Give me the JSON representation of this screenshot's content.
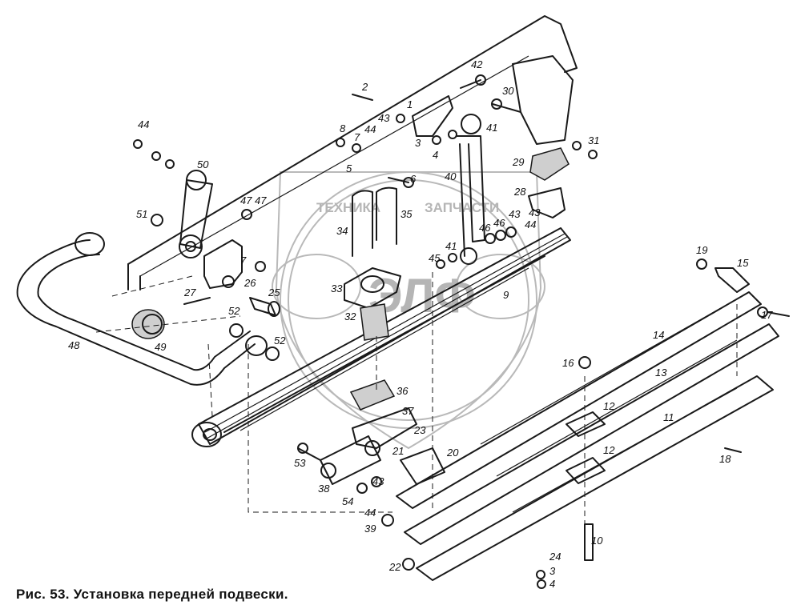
{
  "caption": "Рис. 53. Установка передней подвески.",
  "watermark": {
    "left_word": "ТЕХНИКА",
    "right_word": "ЗАПЧАСТИ",
    "emblem_letters": "ЭЛФ"
  },
  "part_labels": [
    "2",
    "42",
    "30",
    "1",
    "43",
    "44",
    "8",
    "7",
    "3",
    "4",
    "41",
    "31",
    "29",
    "5",
    "6",
    "40",
    "28",
    "44",
    "43",
    "46",
    "47",
    "50",
    "47",
    "35",
    "34",
    "41",
    "46",
    "43",
    "44",
    "45",
    "51",
    "7",
    "26",
    "27",
    "25",
    "33",
    "32",
    "9",
    "19",
    "15",
    "17",
    "14",
    "52",
    "48",
    "49",
    "52",
    "16",
    "36",
    "12",
    "13",
    "37",
    "23",
    "21",
    "20",
    "53",
    "38",
    "43",
    "54",
    "44",
    "39",
    "11",
    "12",
    "18",
    "10",
    "24",
    "22",
    "3",
    "4"
  ],
  "colors": {
    "line": "#1a1a1a",
    "watermark": "#b9b9b9",
    "background": "#ffffff"
  }
}
